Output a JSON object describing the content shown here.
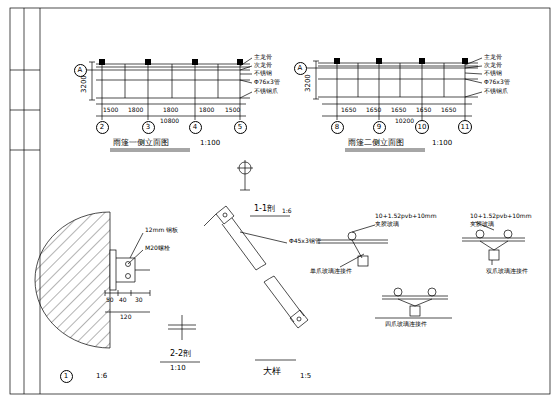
{
  "diagram": {
    "nodes": [
      {
        "text": [
          "A"
        ]
      },
      {
        "text": [
          "2"
        ]
      },
      {
        "text": [
          "3"
        ]
      },
      {
        "text": [
          "4"
        ]
      },
      {
        "text": [
          "5"
        ]
      },
      {
        "text": [
          "A"
        ]
      },
      {
        "text": [
          "8"
        ]
      },
      {
        "text": [
          "9"
        ]
      },
      {
        "text": [
          "10"
        ]
      },
      {
        "text": [
          "11"
        ]
      },
      {
        "text": [
          "1"
        ]
      }
    ],
    "labels": [
      "3200",
      "1500",
      "1800",
      "1800",
      "1800",
      "1500",
      "10800",
      "3200",
      "1650",
      "1650",
      "1650",
      "1650",
      "1650",
      "10200",
      "雨篷一侧立面图",
      "1:100",
      "雨篷二侧立面图",
      "1:100",
      "主龙骨",
      "次龙骨",
      "不锈钢",
      "Φ76x3管",
      "不锈钢爪",
      "主龙骨",
      "次龙骨",
      "不锈钢",
      "Φ76x3管",
      "不锈钢爪",
      "1-1剖",
      "1:6",
      "12mm 钢板",
      "M20螺栓",
      "50",
      "40",
      "30",
      "120",
      "Φ45x3钢管",
      "1:6",
      "2-2剖",
      "1:10",
      "大样",
      "1:5",
      "10+1.52pvb+10mm",
      "夹胶玻璃",
      "10+1.52pvb+10mm",
      "夹胶玻璃",
      "单爪玻璃连接件",
      "双爪玻璃连接件",
      "四爪玻璃连接件"
    ]
  }
}
